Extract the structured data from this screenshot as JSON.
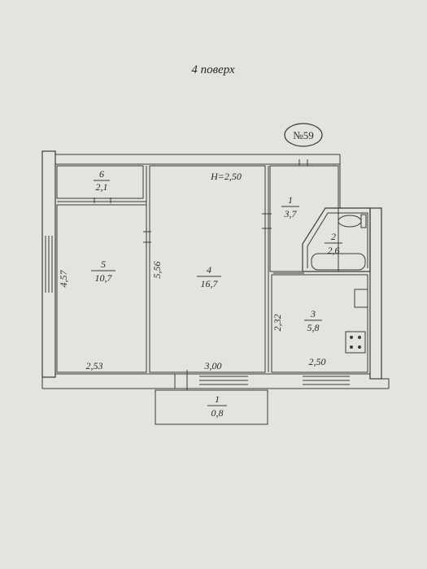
{
  "floor_title": "4 поверх",
  "apartment_number": "№59",
  "ceiling_height": "H=2,50",
  "rooms": [
    {
      "number": "6",
      "area": "2,1"
    },
    {
      "number": "5",
      "area": "10,7"
    },
    {
      "number": "4",
      "area": "16,7"
    },
    {
      "number": "1",
      "area": "3,7"
    },
    {
      "number": "2",
      "area": "2,6"
    },
    {
      "number": "3",
      "area": "5,8"
    },
    {
      "number": "1",
      "area": "0,8"
    }
  ],
  "dimensions": {
    "left_height": "4,57",
    "room4_height": "5,56",
    "kitchen_height": "2,32",
    "room5_width": "2,53",
    "room4_width": "3,00",
    "kitchen_width": "2,50"
  }
}
